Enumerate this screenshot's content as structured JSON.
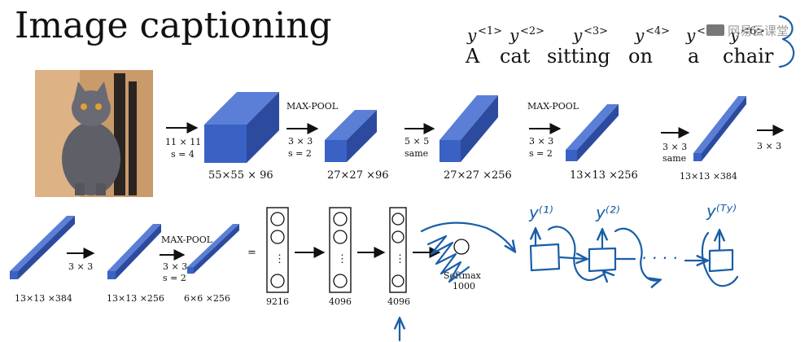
{
  "title": "Image captioning",
  "caption_words": [
    {
      "y": "y",
      "sup": "<1>",
      "word": "A"
    },
    {
      "y": "y",
      "sup": "<2>",
      "word": "cat"
    },
    {
      "y": "y",
      "sup": "<3>",
      "word": "sitting"
    },
    {
      "y": "y",
      "sup": "<4>",
      "word": "on"
    },
    {
      "y": "y",
      "sup": "<5>",
      "word": "a"
    },
    {
      "y": "y",
      "sup": "<6>",
      "word": "chair"
    }
  ],
  "watermark": "网易云课堂",
  "row1": {
    "ops": [
      {
        "line1": "11 × 11",
        "line2": "s = 4"
      },
      {
        "top": "MAX-POOL",
        "line1": "3 × 3",
        "line2": "s = 2"
      },
      {
        "line1": "5 × 5",
        "line2": "same"
      },
      {
        "top": "MAX-POOL",
        "line1": "3 × 3",
        "line2": "s = 2"
      },
      {
        "line1": "3 × 3",
        "line2": "same"
      },
      {
        "line1": "3 × 3"
      }
    ],
    "volumes": [
      "55×55 × 96",
      "27×27 ×96",
      "27×27 ×256",
      "13×13 ×256",
      "13×13 ×384"
    ]
  },
  "row2": {
    "volumes": [
      "13×13 ×384",
      "13×13 ×256",
      "6×6 ×256"
    ],
    "ops": [
      {
        "line1": "3 × 3"
      },
      {
        "top": "MAX-POOL",
        "line1": "3 × 3",
        "line2": "s = 2"
      }
    ],
    "equals": "=",
    "fc_layers": [
      "9216",
      "4096",
      "4096"
    ],
    "fc_dots": "⋮",
    "softmax": {
      "label": "Softmax",
      "size": "1000"
    }
  },
  "handwriting": {
    "outputs": [
      "y⁽¹⁾",
      "y⁽²⁾",
      "y⁽ᵀʸ⁾"
    ],
    "ellipsis": "· · · ·"
  }
}
